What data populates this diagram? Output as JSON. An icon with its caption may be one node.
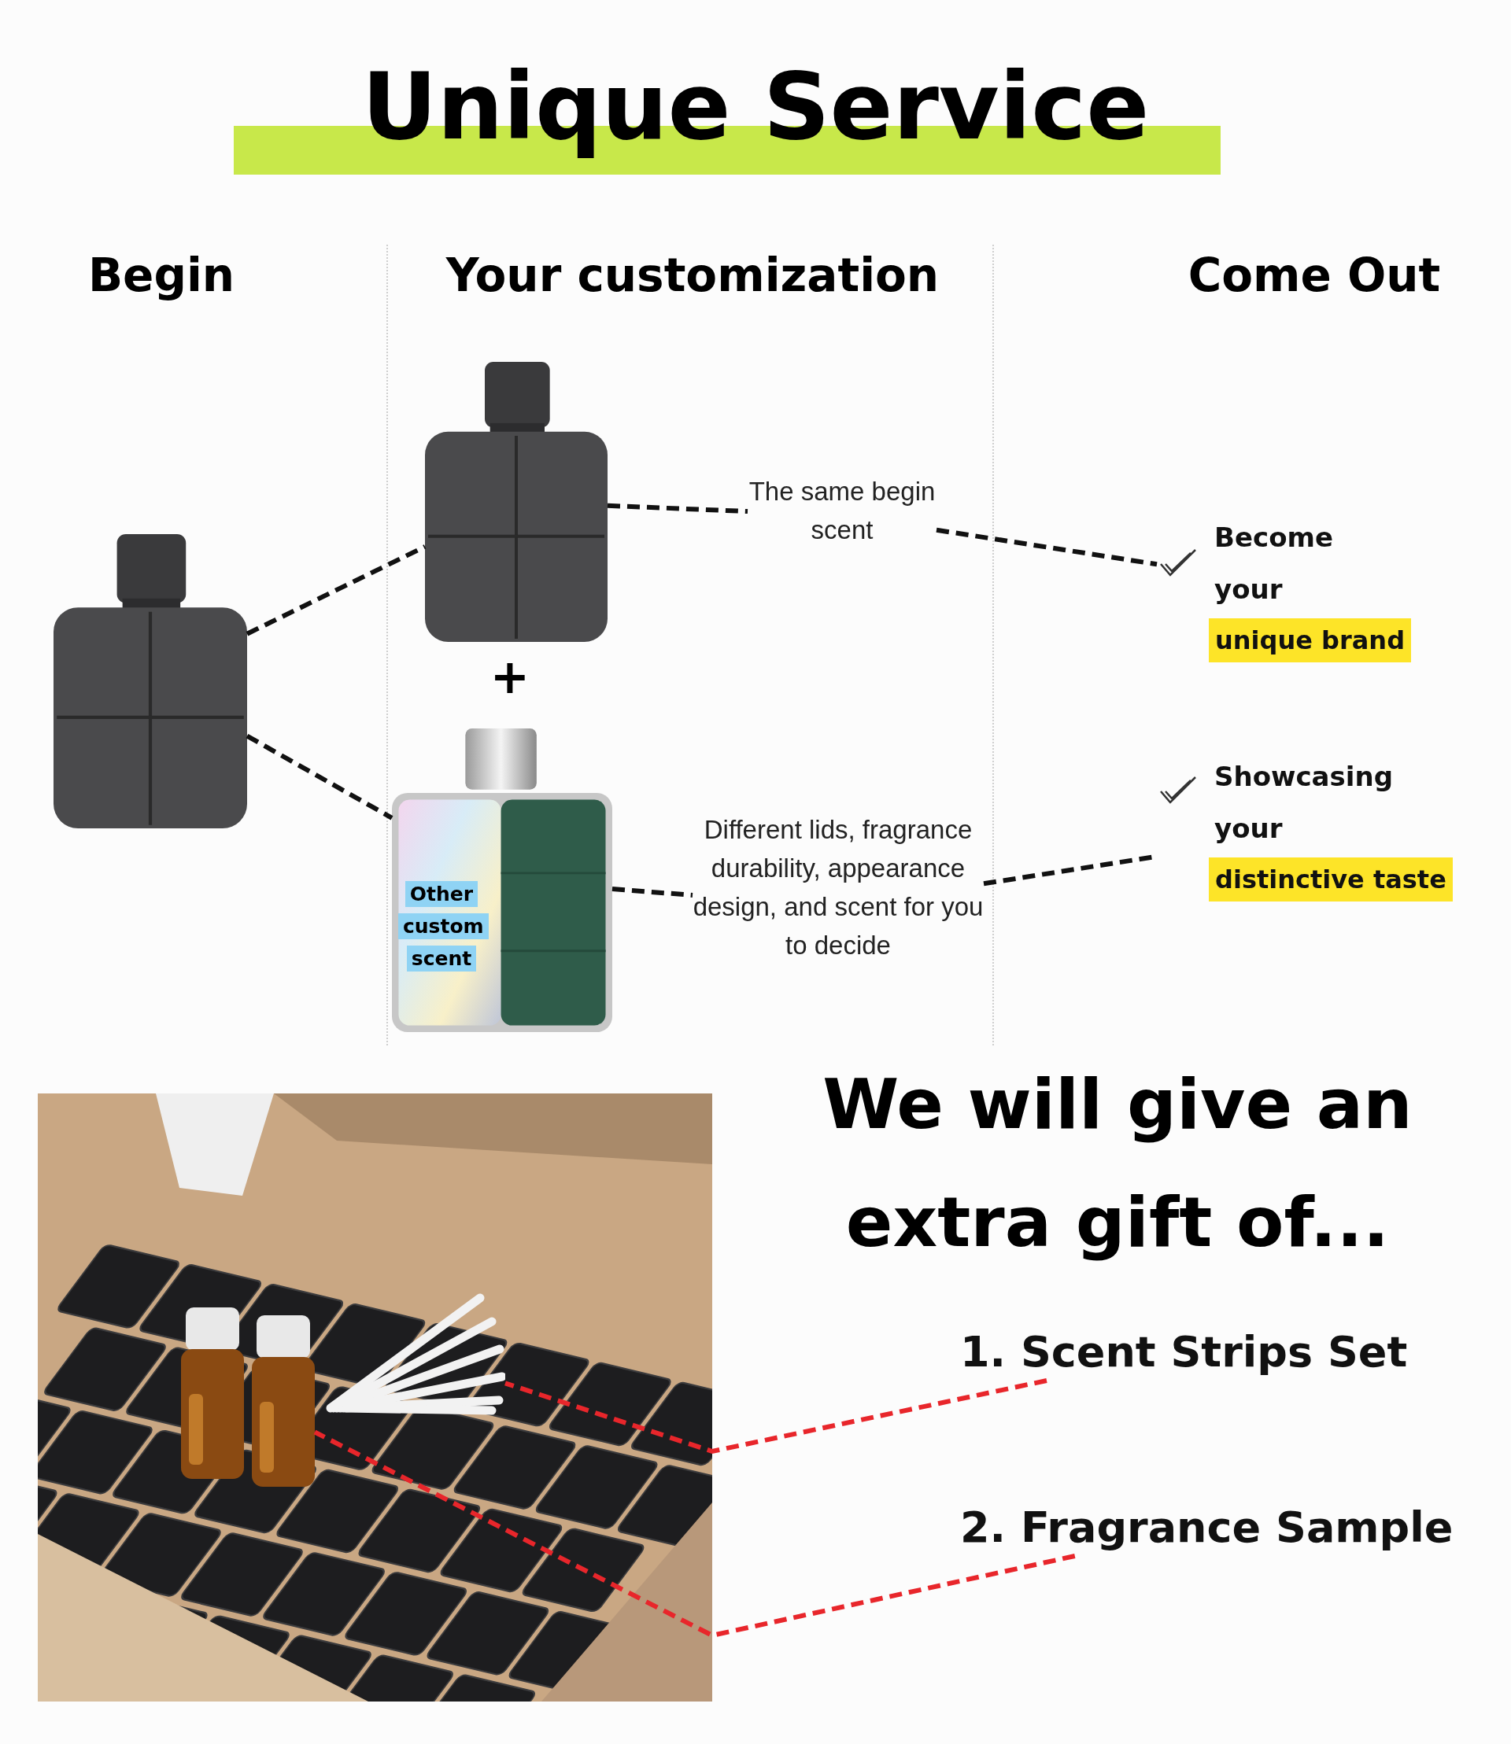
{
  "diagram": {
    "title": "Unique Service",
    "nodes": [
      {
        "text": [],
        "shape": "picture"
      },
      {
        "text": [],
        "shape": "picture"
      },
      {
        "text": [
          "Other custom scent"
        ]
      },
      {
        "text": [
          "The same begin scent"
        ]
      },
      {
        "text": [
          "Different lids, fragrance durability, appearance design, and scent for you to decide"
        ]
      },
      {
        "text": [
          "Become your",
          "unique brand"
        ]
      },
      {
        "text": [
          "Showcasing your",
          "distinctive taste"
        ]
      },
      {
        "text": [],
        "shape": "picture"
      },
      {
        "text": [
          "1. Scent Strips Set"
        ]
      },
      {
        "text": [
          "2. Fragrance Sample"
        ]
      },
      {
        "text": [],
        "shape": "picture",
        "in": 7
      },
      {
        "text": [],
        "shape": "picture",
        "in": 7
      }
    ],
    "edges": [
      {
        "from": 0,
        "to": 1,
        "arrow": "none",
        "style": "dashed"
      },
      {
        "from": 0,
        "to": 2,
        "arrow": "none",
        "style": "dashed"
      },
      {
        "from": 1,
        "to": 3,
        "arrow": "none",
        "style": "dashed"
      },
      {
        "from": 2,
        "to": 4,
        "arrow": "none",
        "style": "dashed"
      },
      {
        "from": 3,
        "to": 5,
        "arrow": "none",
        "style": "dashed"
      },
      {
        "from": 4,
        "to": 6,
        "arrow": "none",
        "style": "dashed"
      },
      {
        "from": 8,
        "to": 11,
        "arrow": "none",
        "style": "dashed",
        "color": "#e8262b"
      },
      {
        "from": 9,
        "to": 10,
        "arrow": "none",
        "style": "dashed",
        "color": "#e8262b"
      }
    ],
    "labels": [
      "Begin",
      "Your customization",
      "Come Out",
      "+",
      "We will give an extra gift of..."
    ]
  }
}
